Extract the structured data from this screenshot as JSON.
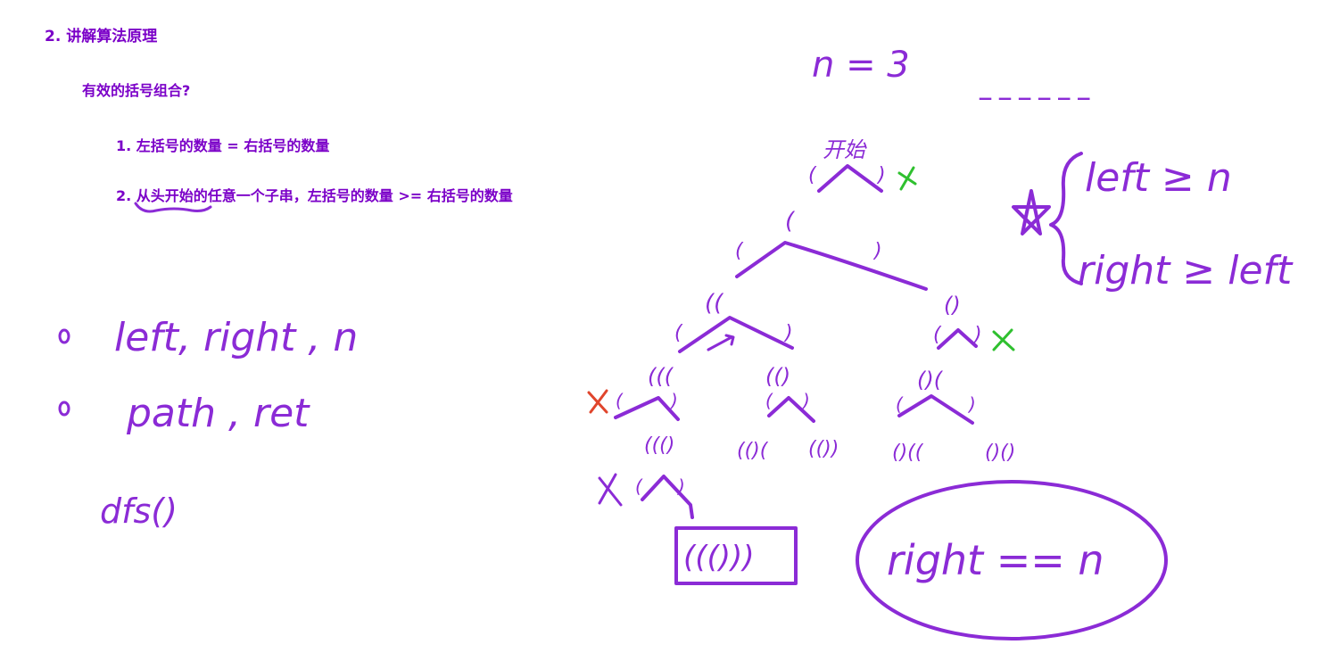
{
  "typed_notes": {
    "heading": "2. 讲解算法原理",
    "subheading": "有效的括号组合?",
    "rule1": "1. 左括号的数量 = 右括号的数量",
    "rule2": "2. 从头开始的任意一个子串，左括号的数量 >= 右括号的数量"
  },
  "handwriting": {
    "vars_line": "left,  right  ,  n",
    "path_line": "path  ,  ret",
    "dfs_call": "dfs()",
    "n_value": "n = 3",
    "blanks": "_ _ _ _ _ _",
    "start_label": "开始",
    "condition_left": "left ≥ n",
    "condition_right": "right ≥ left",
    "result_condition": "right == n",
    "tree_nodes": {
      "level1": "(",
      "level2_left": "((",
      "level2_right": "()",
      "level3_a": "(((",
      "level3_b": "(()",
      "level3_c": "()(",
      "level4_a": "((()",
      "level4_b": "(()(",
      "level4_c": "(())",
      "level4_d": "()((",
      "level4_e": "()()",
      "result": "((()))"
    },
    "branch_open": "(",
    "branch_close": ")"
  },
  "colors": {
    "typed_text": "#7B00C8",
    "ink": "#8B2BD6",
    "prune_green": "#2FC02F",
    "prune_red": "#E0452C"
  }
}
